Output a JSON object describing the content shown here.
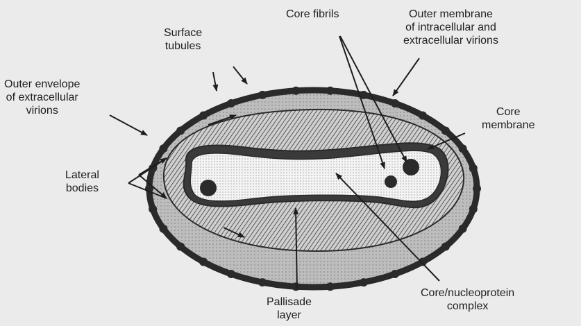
{
  "labels": {
    "surface_tubules": [
      "Surface",
      "tubules"
    ],
    "core_fibrils": [
      "Core fibrils"
    ],
    "outer_membrane": [
      "Outer  membrane",
      "of intracellular and",
      "extracellular virions"
    ],
    "outer_envelope": [
      "Outer envelope",
      "of extracellular",
      "virions"
    ],
    "core_membrane": [
      "Core",
      "membrane"
    ],
    "lateral_bodies": [
      "Lateral",
      "bodies"
    ],
    "pallisade_layer": [
      "Pallisade",
      "layer"
    ],
    "core_nucleoprotein": [
      "Core/nucleoprotein",
      "complex"
    ]
  },
  "colors": {
    "background": "#ebebeb",
    "outline": "#2a2a2a",
    "body_fill": "#b9b9b9",
    "core_fill": "#f2f2f2",
    "text": "#1e1e1e"
  }
}
